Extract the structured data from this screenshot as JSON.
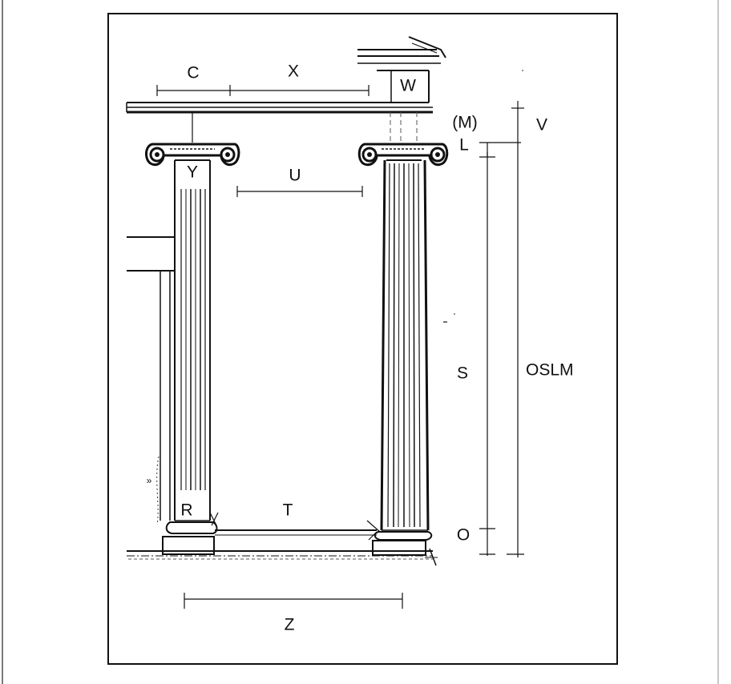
{
  "colors": {
    "ink": "#111111",
    "background": "#ffffff",
    "edge": "#9a9a9a"
  },
  "diagram": {
    "labels": {
      "c": "C",
      "x": "X",
      "w": "W",
      "m": "(M)",
      "v": "V",
      "l": "L",
      "y": "Y",
      "u": "U",
      "s": "S",
      "oslm": "OSLM",
      "o": "O",
      "r": "R",
      "t": "T",
      "z": "Z"
    }
  }
}
